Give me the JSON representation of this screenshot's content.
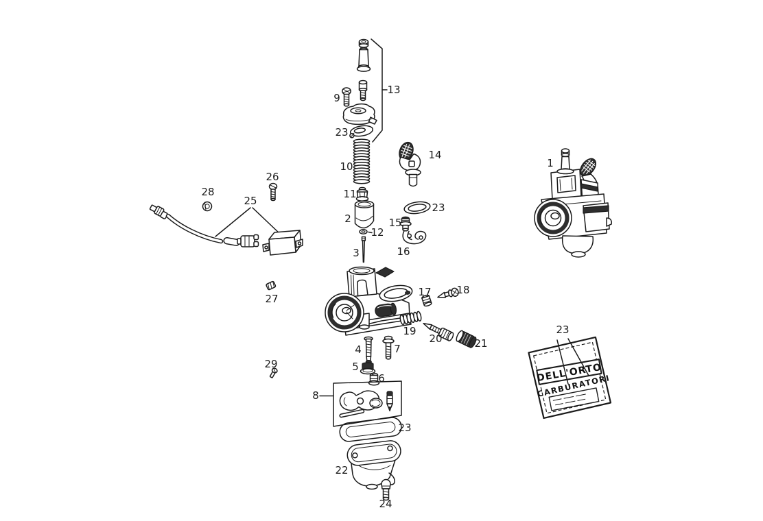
{
  "diagram": {
    "type": "exploded-parts-diagram",
    "colors": {
      "background": "#ffffff",
      "line": "#1a1a1a",
      "dark_fill": "#2e2e2e"
    },
    "callouts": [
      {
        "n": "13"
      },
      {
        "n": "9"
      },
      {
        "n": "23"
      },
      {
        "n": "10"
      },
      {
        "n": "11"
      },
      {
        "n": "2"
      },
      {
        "n": "12"
      },
      {
        "n": "3"
      },
      {
        "n": "14"
      },
      {
        "n": "23"
      },
      {
        "n": "15"
      },
      {
        "n": "16"
      },
      {
        "n": "1"
      },
      {
        "n": "17"
      },
      {
        "n": "18"
      },
      {
        "n": "19"
      },
      {
        "n": "20"
      },
      {
        "n": "21"
      },
      {
        "n": "4"
      },
      {
        "n": "7"
      },
      {
        "n": "5"
      },
      {
        "n": "6"
      },
      {
        "n": "8"
      },
      {
        "n": "23"
      },
      {
        "n": "22"
      },
      {
        "n": "24"
      },
      {
        "n": "25"
      },
      {
        "n": "26"
      },
      {
        "n": "27"
      },
      {
        "n": "28"
      },
      {
        "n": "29"
      }
    ],
    "bag": {
      "callout": "23",
      "brand_line1": "DELL'ORTO",
      "brand_line2": "CARBURATORI"
    }
  }
}
